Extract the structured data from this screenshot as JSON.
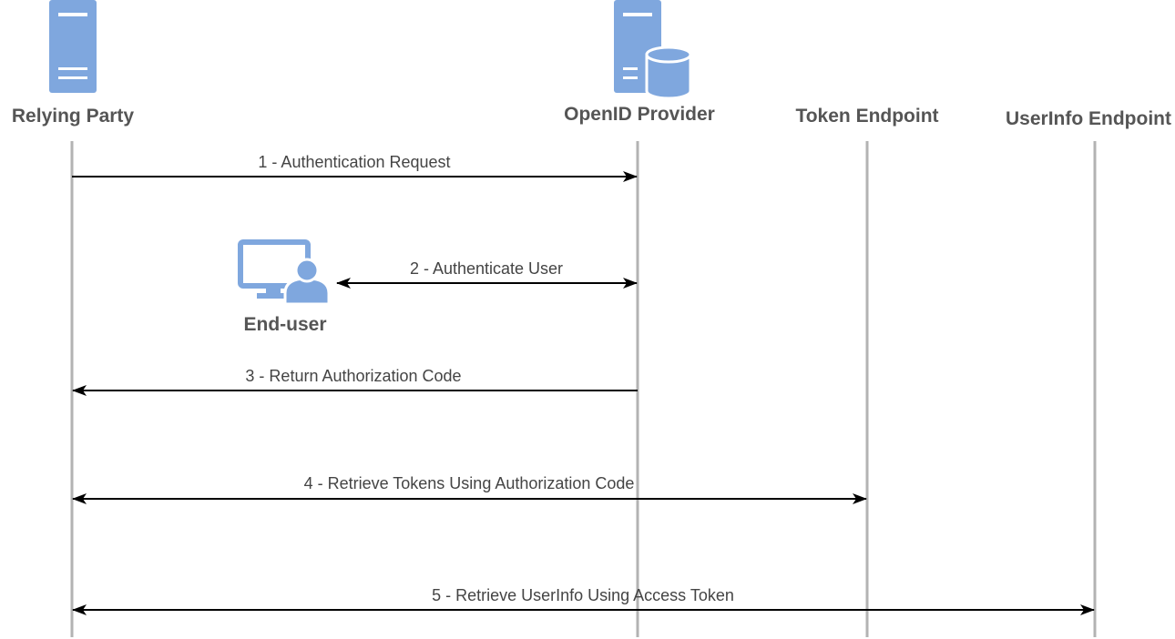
{
  "participants": {
    "relying_party": {
      "label": "Relying Party",
      "icon": "server-icon"
    },
    "openid_provider": {
      "label": "OpenID Provider",
      "icon": "server-database-icon"
    },
    "token_endpoint": {
      "label": "Token Endpoint"
    },
    "userinfo_endpoint": {
      "label": "UserInfo Endpoint"
    },
    "end_user": {
      "label": "End-user",
      "icon": "monitor-user-icon"
    }
  },
  "messages": [
    {
      "label": "1 - Authentication Request",
      "from": "Relying Party",
      "to": "OpenID Provider",
      "direction": "right"
    },
    {
      "label": "2 - Authenticate User",
      "from": "End-user",
      "to": "OpenID Provider",
      "direction": "both"
    },
    {
      "label": "3 - Return Authorization Code",
      "from": "OpenID Provider",
      "to": "Relying Party",
      "direction": "left"
    },
    {
      "label": "4 - Retrieve Tokens Using Authorization Code",
      "from": "Relying Party",
      "to": "Token Endpoint",
      "direction": "both"
    },
    {
      "label": "5 - Retrieve UserInfo Using Access Token",
      "from": "Relying Party",
      "to": "UserInfo Endpoint",
      "direction": "both"
    }
  ],
  "colors": {
    "icon_fill": "#7fa7de",
    "icon_detail": "#ffffff",
    "lifeline": "#b3b3b3",
    "arrow": "#000000",
    "actor_text": "#555555",
    "message_text": "#444444"
  }
}
